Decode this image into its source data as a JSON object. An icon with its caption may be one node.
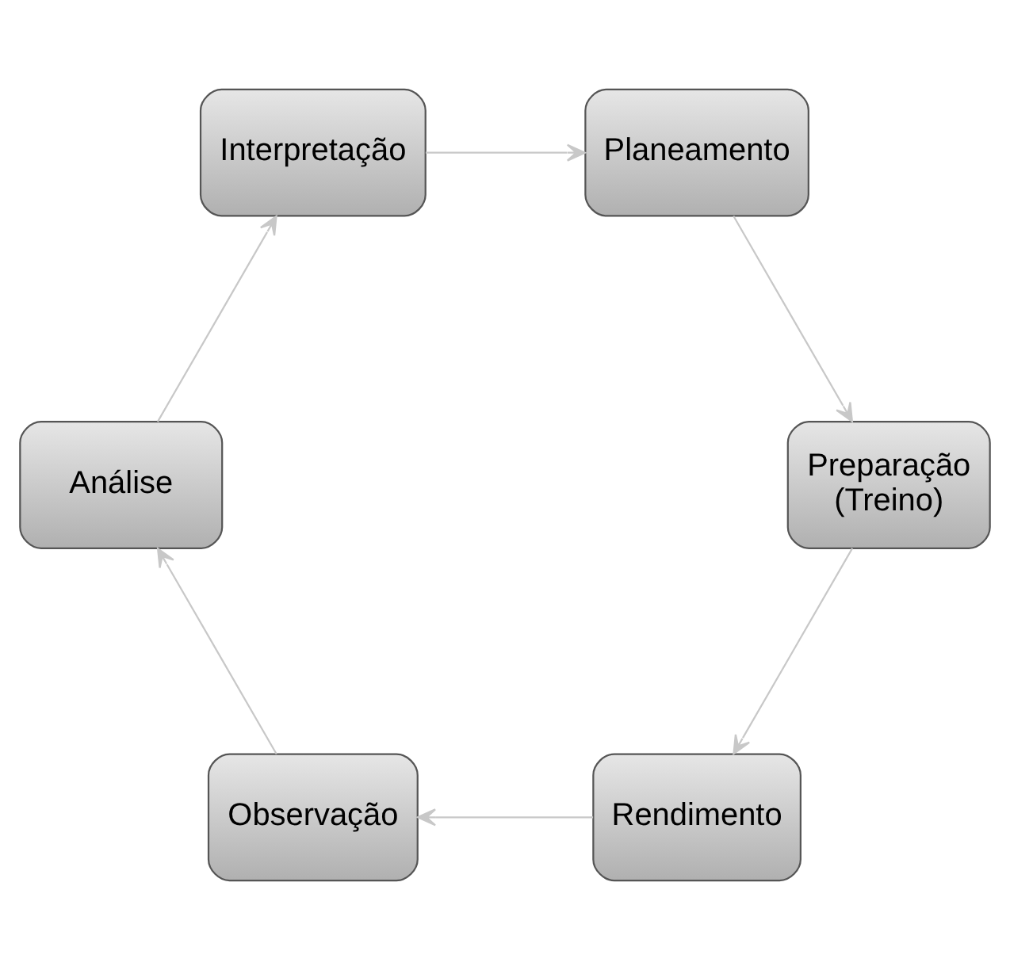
{
  "diagram": {
    "nodes": [
      {
        "text": [
          "Rendimento"
        ]
      },
      {
        "text": [
          "Observação"
        ]
      },
      {
        "text": [
          "Análise"
        ]
      },
      {
        "text": [
          "Interpretação"
        ]
      },
      {
        "text": [
          "Planeamento"
        ]
      },
      {
        "text": [
          "Preparação (Treino)"
        ]
      }
    ],
    "edges": [
      {
        "from": 0,
        "to": 1,
        "arrow": "to"
      },
      {
        "from": 1,
        "to": 2,
        "arrow": "to"
      },
      {
        "from": 2,
        "to": 3,
        "arrow": "to"
      },
      {
        "from": 3,
        "to": 4,
        "arrow": "to"
      },
      {
        "from": 4,
        "to": 5,
        "arrow": "to"
      },
      {
        "from": 5,
        "to": 0,
        "arrow": "to"
      }
    ]
  }
}
